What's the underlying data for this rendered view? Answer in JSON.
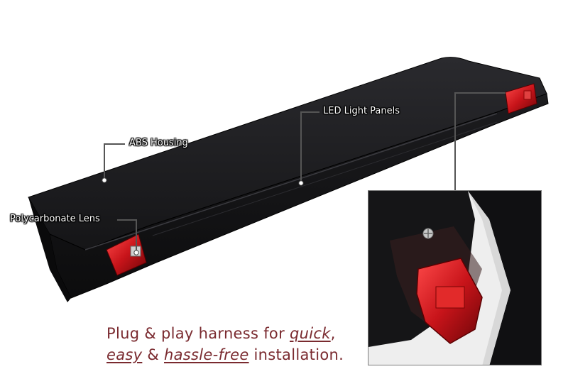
{
  "callouts": {
    "abs_housing": "ABS Housing",
    "led_light_panels": "LED Light Panels",
    "polycarbonate_lens": "Polycarbonate Lens"
  },
  "caption": {
    "line1_prefix": "Plug & play harness for ",
    "line1_emph": "quick",
    "line1_suffix": ",",
    "line2_emph1": "easy",
    "line2_mid": " & ",
    "line2_emph2": "hassle-free",
    "line2_suffix": " installation."
  },
  "colors": {
    "caption_text": "#7a2a2f",
    "housing": "#121214",
    "lens_red": "#c8141a",
    "callout_line": "#555555"
  },
  "icons": [
    "callout-dot-icon"
  ]
}
